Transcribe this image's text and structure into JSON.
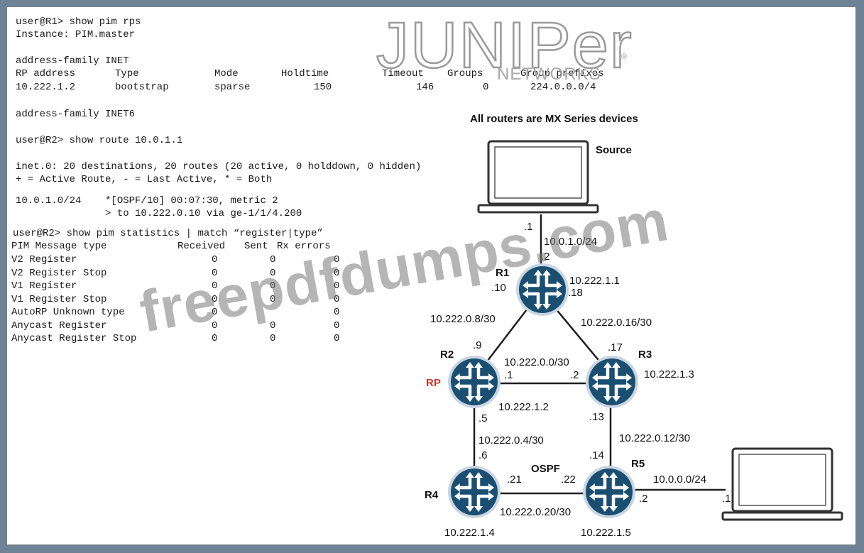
{
  "logo": {
    "brand": "JUNIPer",
    "sub": "NETWORKS",
    "reg": "®"
  },
  "cli": {
    "lines": [
      "user@R1> show pim rps",
      "Instance: PIM.master",
      "",
      "address-family INET",
      "",
      "",
      "",
      "address-family INET6",
      "",
      "user@R2> show route 10.0.1.1",
      "",
      "inet.0: 20 destinations, 20 routes (20 active, 0 holddown, 0 hidden)",
      "+ = Active Route, - = Last Active, * = Both",
      "",
      "10.0.1.0/24    *[OSPF/10] 00:07:30, metric 2",
      "               > to 10.222.0.10 via ge-1/1/4.200",
      "",
      "user@R2> show pim statistics | match “register|type”"
    ],
    "rps_table": {
      "headers": [
        "RP address",
        "Type",
        "Mode",
        "Holdtime",
        "Timeout",
        "Groups",
        "Group prefixes"
      ],
      "row": [
        "10.222.1.2",
        "bootstrap",
        "sparse",
        "150",
        "146",
        "0",
        "224.0.0.0/4"
      ]
    },
    "pim_stats": {
      "headers": [
        "PIM Message type",
        "Received",
        "Sent",
        "Rx errors"
      ],
      "rows": [
        [
          "V2 Register",
          "0",
          "0",
          "0"
        ],
        [
          "V2 Register Stop",
          "0",
          "0",
          "0"
        ],
        [
          "V1 Register",
          "0",
          "0",
          "0"
        ],
        [
          "V1 Register Stop",
          "0",
          "0",
          "0"
        ],
        [
          "AutoRP Unknown type",
          "0",
          "",
          "0"
        ],
        [
          "Anycast Register",
          "0",
          "0",
          "0"
        ],
        [
          "Anycast Register Stop",
          "0",
          "0",
          "0"
        ]
      ]
    }
  },
  "diagram": {
    "title": "All routers are MX Series devices",
    "source_label": "Source",
    "routers": [
      {
        "name": "R1",
        "loopback": "10.222.1.1"
      },
      {
        "name": "R2",
        "loopback": "10.222.1.2",
        "role": "RP"
      },
      {
        "name": "R3",
        "loopback": "10.222.1.3"
      },
      {
        "name": "R4",
        "loopback": "10.222.1.4"
      },
      {
        "name": "R5",
        "loopback": "10.222.1.5"
      }
    ],
    "links": {
      "src_r1": {
        "subnet": "10.0.1.0/24",
        "a": ".1",
        "b": ".2"
      },
      "r1_r2": {
        "subnet": "10.222.0.8/30",
        "a": ".10",
        "b": ".9"
      },
      "r1_r3": {
        "subnet": "10.222.0.16/30",
        "a": ".18",
        "b": ".17"
      },
      "r2_r3": {
        "subnet": "10.222.0.0/30",
        "a": ".1",
        "b": ".2"
      },
      "r2_r4": {
        "subnet": "10.222.0.4/30",
        "a": ".5",
        "b": ".6"
      },
      "r3_r5": {
        "subnet": "10.222.0.12/30",
        "a": ".13",
        "b": ".14"
      },
      "r4_r5": {
        "subnet": "10.222.0.20/30",
        "a": ".21",
        "b": ".22",
        "protocol": "OSPF"
      },
      "r5_rcv": {
        "subnet": "10.0.0.0/24",
        "a": ".2",
        "b": ".1"
      }
    },
    "colors": {
      "router": "#1b4f72",
      "router_ring": "#c9d6e2",
      "rp": "#c0392b"
    }
  },
  "watermark": "freepdfdumps.com"
}
